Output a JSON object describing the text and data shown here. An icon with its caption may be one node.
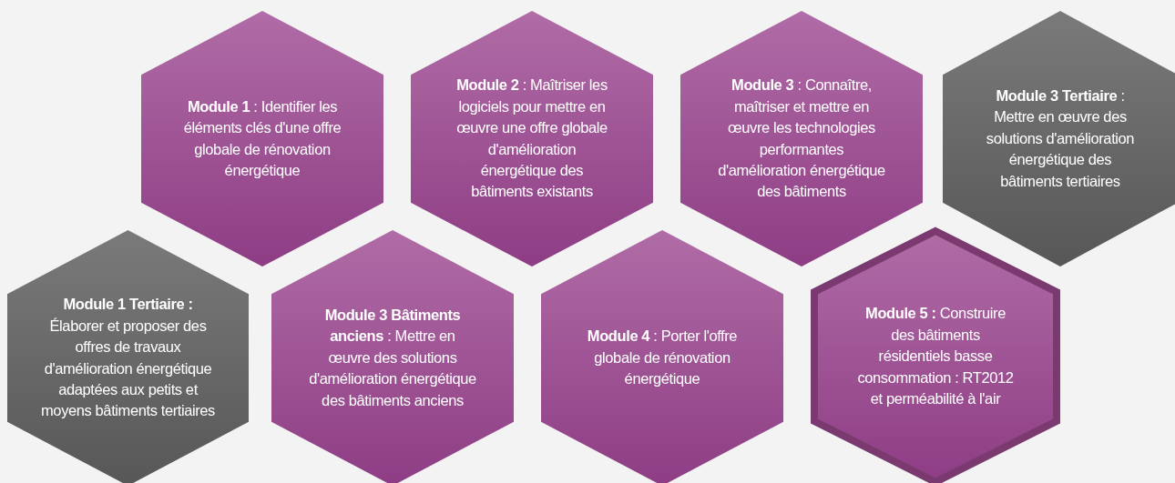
{
  "diagram": {
    "nodes": [
      {
        "text": [
          "**Module 1** : Identifier les éléments clés d'une offre globale de rénovation énergétique"
        ]
      },
      {
        "text": [
          "**Module 2** : Maîtriser les logiciels pour mettre en œuvre une offre globale d'amélioration énergétique des bâtiments existants"
        ]
      },
      {
        "text": [
          "**Module 3** : Connaître, maîtriser et mettre en œuvre les technologies performantes d'amélioration énergétique des bâtiments"
        ]
      },
      {
        "text": [
          "**Module 3 Tertiaire** : Mettre en œuvre des solutions d'amélioration énergétique des bâtiments tertiaires"
        ]
      },
      {
        "text": [
          "**Module 1 Tertiaire :** Élaborer et proposer des offres de travaux d'amélioration énergétique adaptées aux petits et moyens bâtiments tertiaires"
        ]
      },
      {
        "text": [
          "**Module 3 Bâtiments anciens** : Mettre en œuvre des solutions d'amélioration énergétique des bâtiments anciens"
        ]
      },
      {
        "text": [
          "**Module 4** : Porter l'offre globale de rénovation énergétique"
        ]
      },
      {
        "text": [
          "**Module 5 :** Construire des bâtiments résidentiels basse consommation : RT2012 et perméabilité à l'air"
        ]
      }
    ]
  }
}
